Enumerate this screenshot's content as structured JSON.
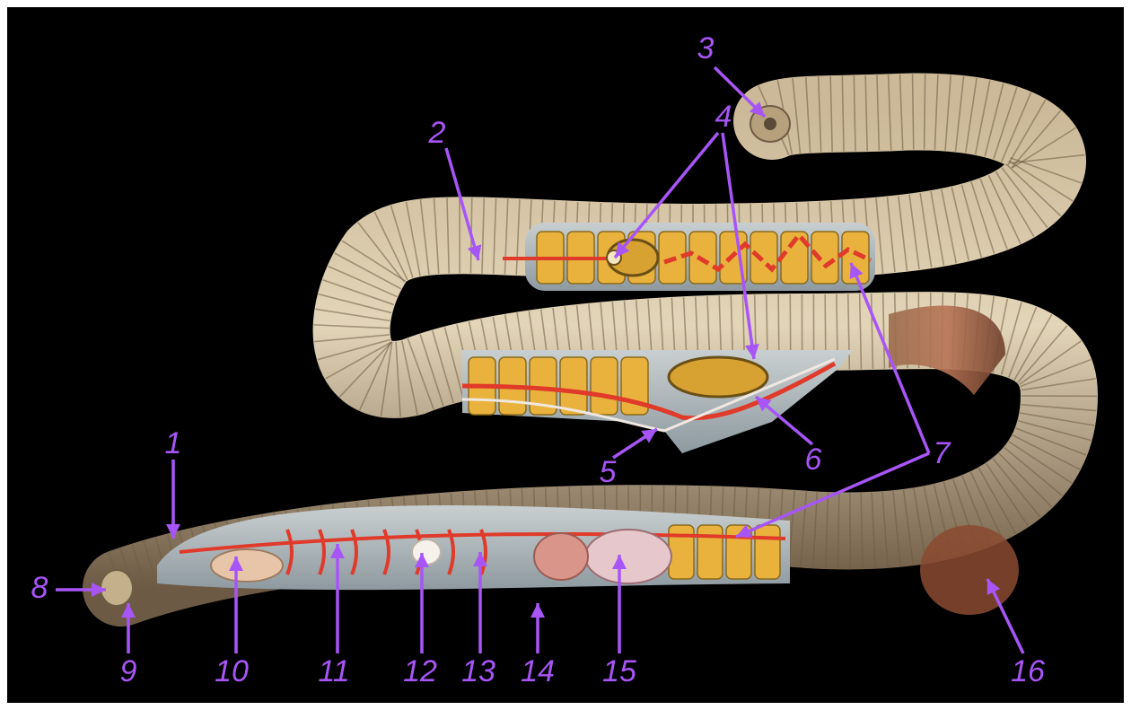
{
  "colors": {
    "background": "#000000",
    "frame": "#ffffff",
    "callout": "#a855f7",
    "body_light": "#d8c8a8",
    "body_mid": "#a8906a",
    "body_dark": "#5a4a38",
    "segment_line": "#6e5c44",
    "organ_yellow": "#e8b23c",
    "organ_dark": "#8a6a1e",
    "vessel_red": "#e03a2a",
    "septum_grey": "#c8ccc8",
    "clitellum": "#b06a48"
  },
  "callouts": [
    "1",
    "2",
    "3",
    "4",
    "5",
    "6",
    "7",
    "8",
    "9",
    "10",
    "11",
    "12",
    "13",
    "14",
    "15",
    "16"
  ],
  "illustration": "earthworm-anatomy"
}
